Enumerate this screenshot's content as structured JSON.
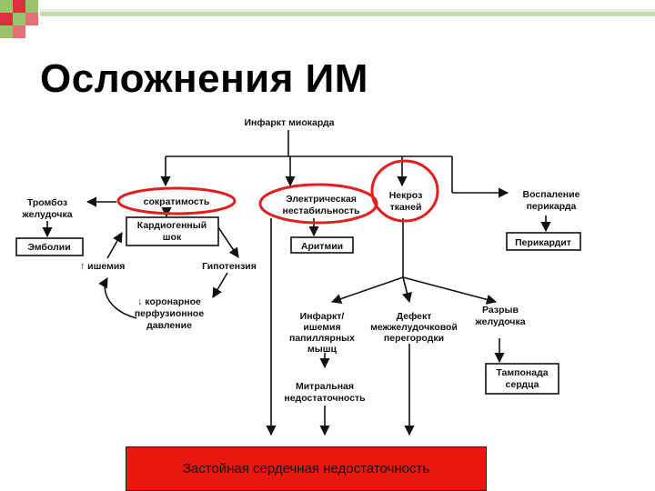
{
  "slide": {
    "title": "Осложнения ИМ",
    "footer": "Застойная сердечная недостаточность"
  },
  "colors": {
    "accent_red": "#e8170f",
    "circle_red": "#e02020",
    "decor_green": "#9dc36a",
    "decor_red": "#d9323c"
  },
  "diagram": {
    "root": "Инфаркт миокарда",
    "contractility": "сократимость",
    "electrical_1": "Электрическая",
    "electrical_2": "нестабильность",
    "necrosis_1": "Некроз",
    "necrosis_2": "тканей",
    "inflammation_1": "Воспаление",
    "inflammation_2": "перикарда",
    "thrombus_1": "Тромбоз",
    "thrombus_2": "желудочка",
    "embolism": "Эмболии",
    "shock_1": "Кардиогенный",
    "shock_2": "шок",
    "ischemia": "↑ ишемия",
    "hypotension": "Гипотензия",
    "coronary_1": "↓ коронарное",
    "coronary_2": "перфузионное",
    "coronary_3": "давление",
    "arrhythmia": "Аритмии",
    "pericarditis": "Перикардит",
    "papillary_1": "Инфаркт/",
    "papillary_2": "ишемия",
    "papillary_3": "папиллярных",
    "papillary_4": "мышц",
    "septal_1": "Дефект",
    "septal_2": "межжелудочковой",
    "septal_3": "перегородки",
    "rupture_1": "Разрыв",
    "rupture_2": "желудочка",
    "mitral_1": "Митральная",
    "mitral_2": "недостаточность",
    "tamponade_1": "Тампонада",
    "tamponade_2": "сердца"
  }
}
